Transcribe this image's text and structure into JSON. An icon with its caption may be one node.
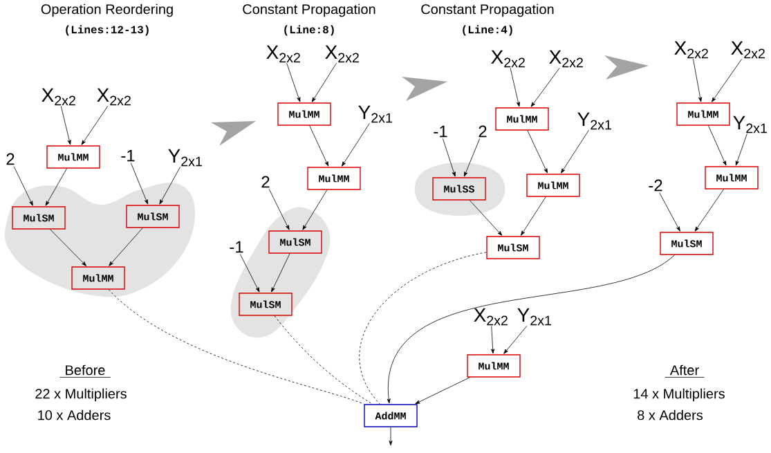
{
  "diagram": {
    "nodes": [
      {
        "text": [
          "X$_{2x2}$"
        ]
      },
      {
        "text": [
          "X$_{2x2}$"
        ]
      },
      {
        "text": [
          "2"
        ]
      },
      {
        "text": [
          "MulMM"
        ]
      },
      {
        "text": [
          "-1"
        ]
      },
      {
        "text": [
          "Y$_{2x1}$"
        ]
      },
      {
        "text": [],
        "shape": "blob"
      },
      {
        "text": [
          "MulSM"
        ],
        "in": 6
      },
      {
        "text": [
          "MulSM"
        ],
        "in": 6
      },
      {
        "text": [
          "MulMM"
        ],
        "in": 6
      },
      {
        "text": [
          "X$_{2x2}$"
        ]
      },
      {
        "text": [
          "X$_{2x2}$"
        ]
      },
      {
        "text": [
          "MulMM"
        ]
      },
      {
        "text": [
          "Y$_{2x1}$"
        ]
      },
      {
        "text": [
          "MulMM"
        ]
      },
      {
        "text": [
          "2"
        ]
      },
      {
        "text": [],
        "shape": "blob"
      },
      {
        "text": [
          "MulSM"
        ],
        "in": 16
      },
      {
        "text": [
          "-1"
        ]
      },
      {
        "text": [
          "MulSM"
        ],
        "in": 16
      },
      {
        "text": [
          "X$_{2x2}$"
        ]
      },
      {
        "text": [
          "X$_{2x2}$"
        ]
      },
      {
        "text": [
          "MulMM"
        ]
      },
      {
        "text": [
          "-1"
        ]
      },
      {
        "text": [
          "2"
        ]
      },
      {
        "text": [
          "Y$_{2x1}$"
        ]
      },
      {
        "text": [],
        "shape": "blob"
      },
      {
        "text": [
          "MulSS"
        ],
        "in": 26
      },
      {
        "text": [
          "MulMM"
        ]
      },
      {
        "text": [
          "MulSM"
        ]
      },
      {
        "text": [
          "X$_{2x2}$"
        ]
      },
      {
        "text": [
          "X$_{2x2}$"
        ]
      },
      {
        "text": [
          "MulMM"
        ]
      },
      {
        "text": [
          "Y$_{2x1}$"
        ]
      },
      {
        "text": [
          "MulMM"
        ]
      },
      {
        "text": [
          "-2"
        ]
      },
      {
        "text": [
          "MulSM"
        ]
      },
      {
        "text": [
          "X$_{2x2}$"
        ]
      },
      {
        "text": [
          "Y$_{2x1}$"
        ]
      },
      {
        "text": [
          "MulMM"
        ]
      },
      {
        "text": [
          "AddMM"
        ]
      }
    ],
    "edges": [
      {
        "from": 0,
        "to": 3,
        "arrow": "to"
      },
      {
        "from": 1,
        "to": 3,
        "arrow": "to"
      },
      {
        "from": 2,
        "to": 7,
        "arrow": "to"
      },
      {
        "from": 3,
        "to": 7,
        "arrow": "to"
      },
      {
        "from": 4,
        "to": 8,
        "arrow": "to"
      },
      {
        "from": 5,
        "to": 8,
        "arrow": "to"
      },
      {
        "from": 7,
        "to": 9,
        "arrow": "to"
      },
      {
        "from": 8,
        "to": 9,
        "arrow": "to"
      },
      {
        "from": 9,
        "to": 40,
        "arrow": "none",
        "style": "dashed"
      },
      {
        "from": 10,
        "to": 12,
        "arrow": "to"
      },
      {
        "from": 11,
        "to": 12,
        "arrow": "to"
      },
      {
        "from": 12,
        "to": 14,
        "arrow": "to"
      },
      {
        "from": 13,
        "to": 14,
        "arrow": "to"
      },
      {
        "from": 15,
        "to": 17,
        "arrow": "to"
      },
      {
        "from": 14,
        "to": 17,
        "arrow": "to"
      },
      {
        "from": 18,
        "to": 19,
        "arrow": "to"
      },
      {
        "from": 17,
        "to": 19,
        "arrow": "to"
      },
      {
        "from": 19,
        "to": 40,
        "arrow": "none",
        "style": "dashed"
      },
      {
        "from": 20,
        "to": 22,
        "arrow": "to"
      },
      {
        "from": 21,
        "to": 22,
        "arrow": "to"
      },
      {
        "from": 23,
        "to": 27,
        "arrow": "to"
      },
      {
        "from": 24,
        "to": 27,
        "arrow": "to"
      },
      {
        "from": 22,
        "to": 28,
        "arrow": "to"
      },
      {
        "from": 25,
        "to": 28,
        "arrow": "to"
      },
      {
        "from": 27,
        "to": 29,
        "arrow": "to"
      },
      {
        "from": 28,
        "to": 29,
        "arrow": "to"
      },
      {
        "from": 29,
        "to": 40,
        "arrow": "none",
        "style": "dashed"
      },
      {
        "from": 30,
        "to": 32,
        "arrow": "to"
      },
      {
        "from": 31,
        "to": 32,
        "arrow": "to"
      },
      {
        "from": 32,
        "to": 34,
        "arrow": "to"
      },
      {
        "from": 33,
        "to": 34,
        "arrow": "to"
      },
      {
        "from": 35,
        "to": 36,
        "arrow": "to"
      },
      {
        "from": 34,
        "to": 36,
        "arrow": "to"
      },
      {
        "from": 36,
        "to": 40,
        "arrow": "to"
      },
      {
        "from": 37,
        "to": 39,
        "arrow": "to"
      },
      {
        "from": 38,
        "to": 39,
        "arrow": "to"
      },
      {
        "from": 39,
        "to": 40,
        "arrow": "to"
      },
      {
        "from": 40,
        "to": null,
        "arrow": "to"
      }
    ],
    "labels": [
      "Operation Reordering",
      "(Lines:12-13)",
      "Constant Propagation",
      "(Line:8)",
      "Constant Propagation",
      "(Line:4)",
      "Before",
      "22 x Multipliers",
      "10 x Adders",
      "After",
      "14 x Multipliers",
      "8 x Adders"
    ]
  }
}
